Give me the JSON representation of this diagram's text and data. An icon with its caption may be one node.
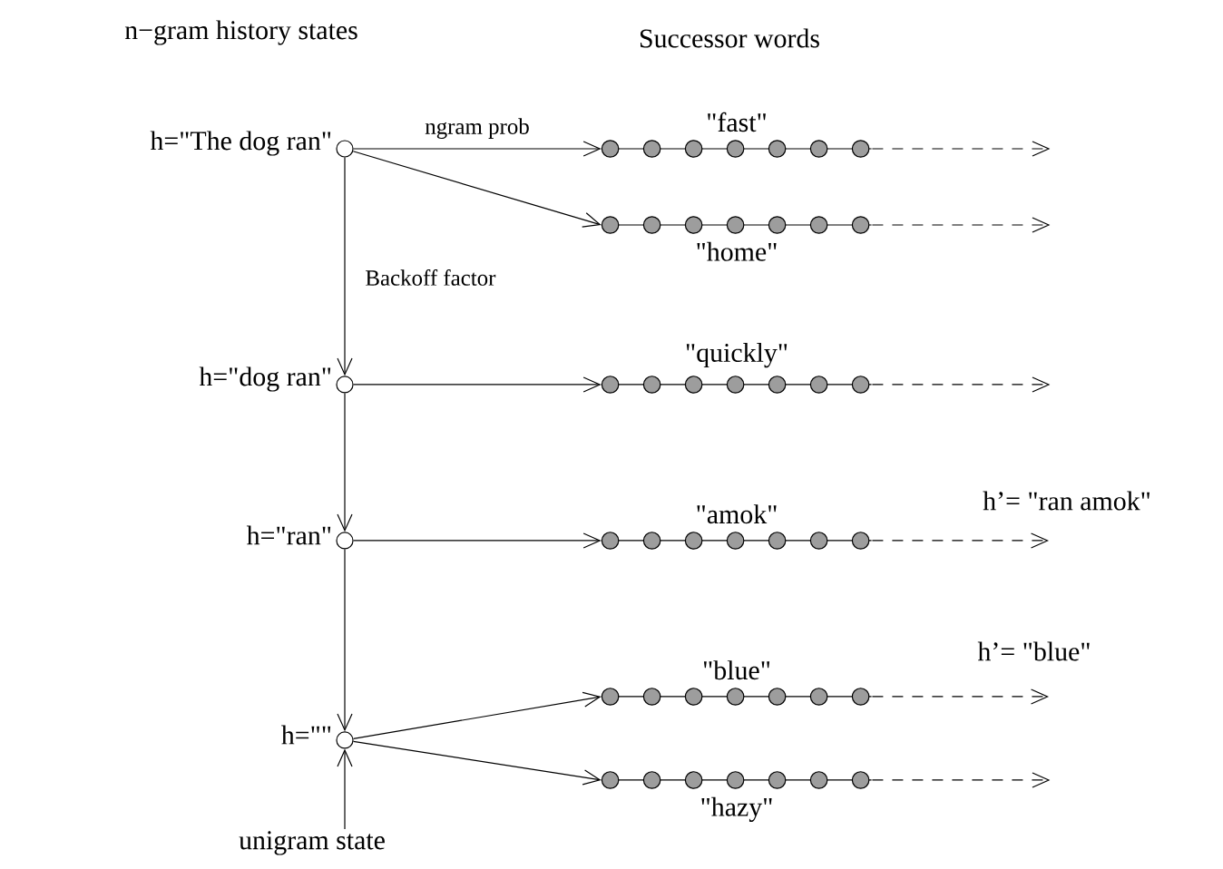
{
  "diagram": {
    "nodes": [
      {
        "text": [],
        "shape": "circle",
        "beside": [
          "h=\"The dog ran\""
        ]
      },
      {
        "text": [],
        "shape": "chain",
        "beside": [
          "\"fast\""
        ]
      },
      {
        "text": [],
        "shape": "chain",
        "beside": [
          "\"home\""
        ]
      },
      {
        "text": [],
        "shape": "circle",
        "beside": [
          "h=\"dog ran\""
        ]
      },
      {
        "text": [],
        "shape": "chain",
        "beside": [
          "\"quickly\""
        ]
      },
      {
        "text": [],
        "shape": "circle",
        "beside": [
          "h=\"ran\""
        ]
      },
      {
        "text": [],
        "shape": "chain",
        "beside": [
          "\"amok\""
        ]
      },
      {
        "text": [],
        "shape": "circle",
        "beside": [
          "h=\"\""
        ]
      },
      {
        "text": [],
        "shape": "chain",
        "beside": [
          "\"blue\""
        ]
      },
      {
        "text": [],
        "shape": "chain",
        "beside": [
          "\"hazy\""
        ]
      },
      {
        "text": [
          "unigram state"
        ]
      },
      {
        "text": [
          "h’= \"ran amok\""
        ]
      },
      {
        "text": [
          "h’= \"blue\""
        ]
      }
    ],
    "edges": [
      {
        "from": 0,
        "to": 1,
        "arrow": "to",
        "label": "ngram prob"
      },
      {
        "from": 0,
        "to": 2,
        "arrow": "to"
      },
      {
        "from": 0,
        "to": 3,
        "arrow": "to",
        "label": "Backoff factor"
      },
      {
        "from": 3,
        "to": 4,
        "arrow": "to"
      },
      {
        "from": 3,
        "to": 5,
        "arrow": "to"
      },
      {
        "from": 5,
        "to": 6,
        "arrow": "to"
      },
      {
        "from": 5,
        "to": 7,
        "arrow": "to"
      },
      {
        "from": 7,
        "to": 8,
        "arrow": "to"
      },
      {
        "from": 7,
        "to": 9,
        "arrow": "to"
      },
      {
        "from": 10,
        "to": 7,
        "arrow": "to"
      },
      {
        "from": 1,
        "to": null,
        "arrow": "to",
        "style": "dashed"
      },
      {
        "from": 2,
        "to": null,
        "arrow": "to",
        "style": "dashed"
      },
      {
        "from": 4,
        "to": null,
        "arrow": "to",
        "style": "dashed"
      },
      {
        "from": 6,
        "to": 11,
        "arrow": "to",
        "style": "dashed"
      },
      {
        "from": 8,
        "to": 12,
        "arrow": "to",
        "style": "dashed"
      },
      {
        "from": 9,
        "to": null,
        "arrow": "to",
        "style": "dashed"
      }
    ],
    "labels": [
      "n−gram history states",
      "Successor words"
    ]
  }
}
